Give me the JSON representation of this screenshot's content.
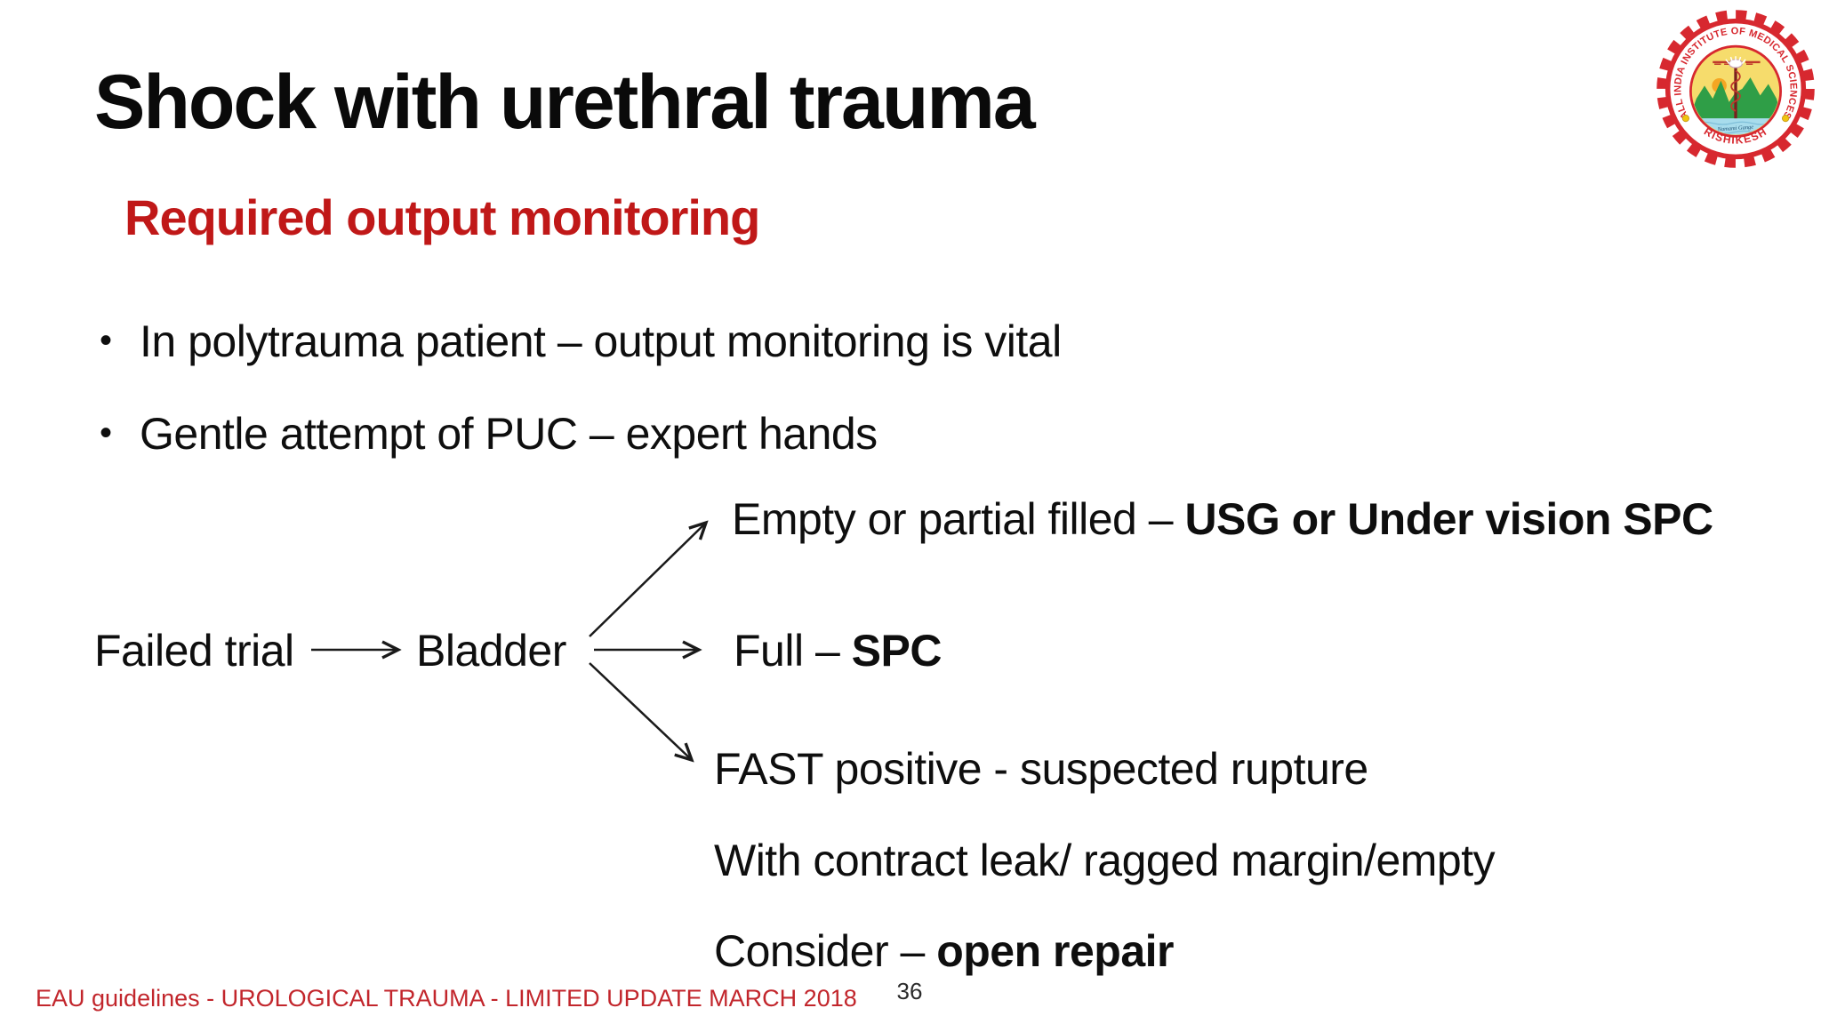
{
  "slide": {
    "title": "Shock with urethral trauma",
    "subtitle": "Required output monitoring",
    "bullet_marker": "•",
    "bullets": [
      "In polytrauma patient – output monitoring is vital",
      "Gentle attempt of PUC – expert hands"
    ],
    "diagram": {
      "source": "Failed trial",
      "node": "Bladder",
      "branch_empty": {
        "text": "Empty or partial filled – ",
        "bold": "USG or Under vision SPC"
      },
      "branch_full": {
        "text": "Full – ",
        "bold": "SPC"
      },
      "branch_fast": "FAST positive - suspected rupture",
      "branch_fast_line2": "With contract leak/ ragged margin/empty",
      "branch_fast_line3": {
        "text": "Consider – ",
        "bold": "open repair"
      }
    },
    "footer": "EAU guidelines - UROLOGICAL TRAUMA - LIMITED UPDATE MARCH 2018",
    "page_number": "36",
    "colors": {
      "title_black": "#0A0A0A",
      "subtitle_red": "#C01818",
      "footer_red": "#C2262C",
      "arrow_black": "#1A1A1A"
    }
  },
  "logo": {
    "ring_text_top": "ALL INDIA INSTITUTE OF MEDICAL SCIENCES",
    "ring_text_bottom": "RISHIKESH",
    "water_text": "Namami Gange",
    "colors": {
      "ring_red": "#D7282F",
      "sky_yellow": "#F6DC6C",
      "sun_orange": "#F5A623",
      "hill_green": "#2F9E47",
      "water_blue": "#A8DCEC",
      "staff_maroon": "#7A1F1F"
    }
  }
}
